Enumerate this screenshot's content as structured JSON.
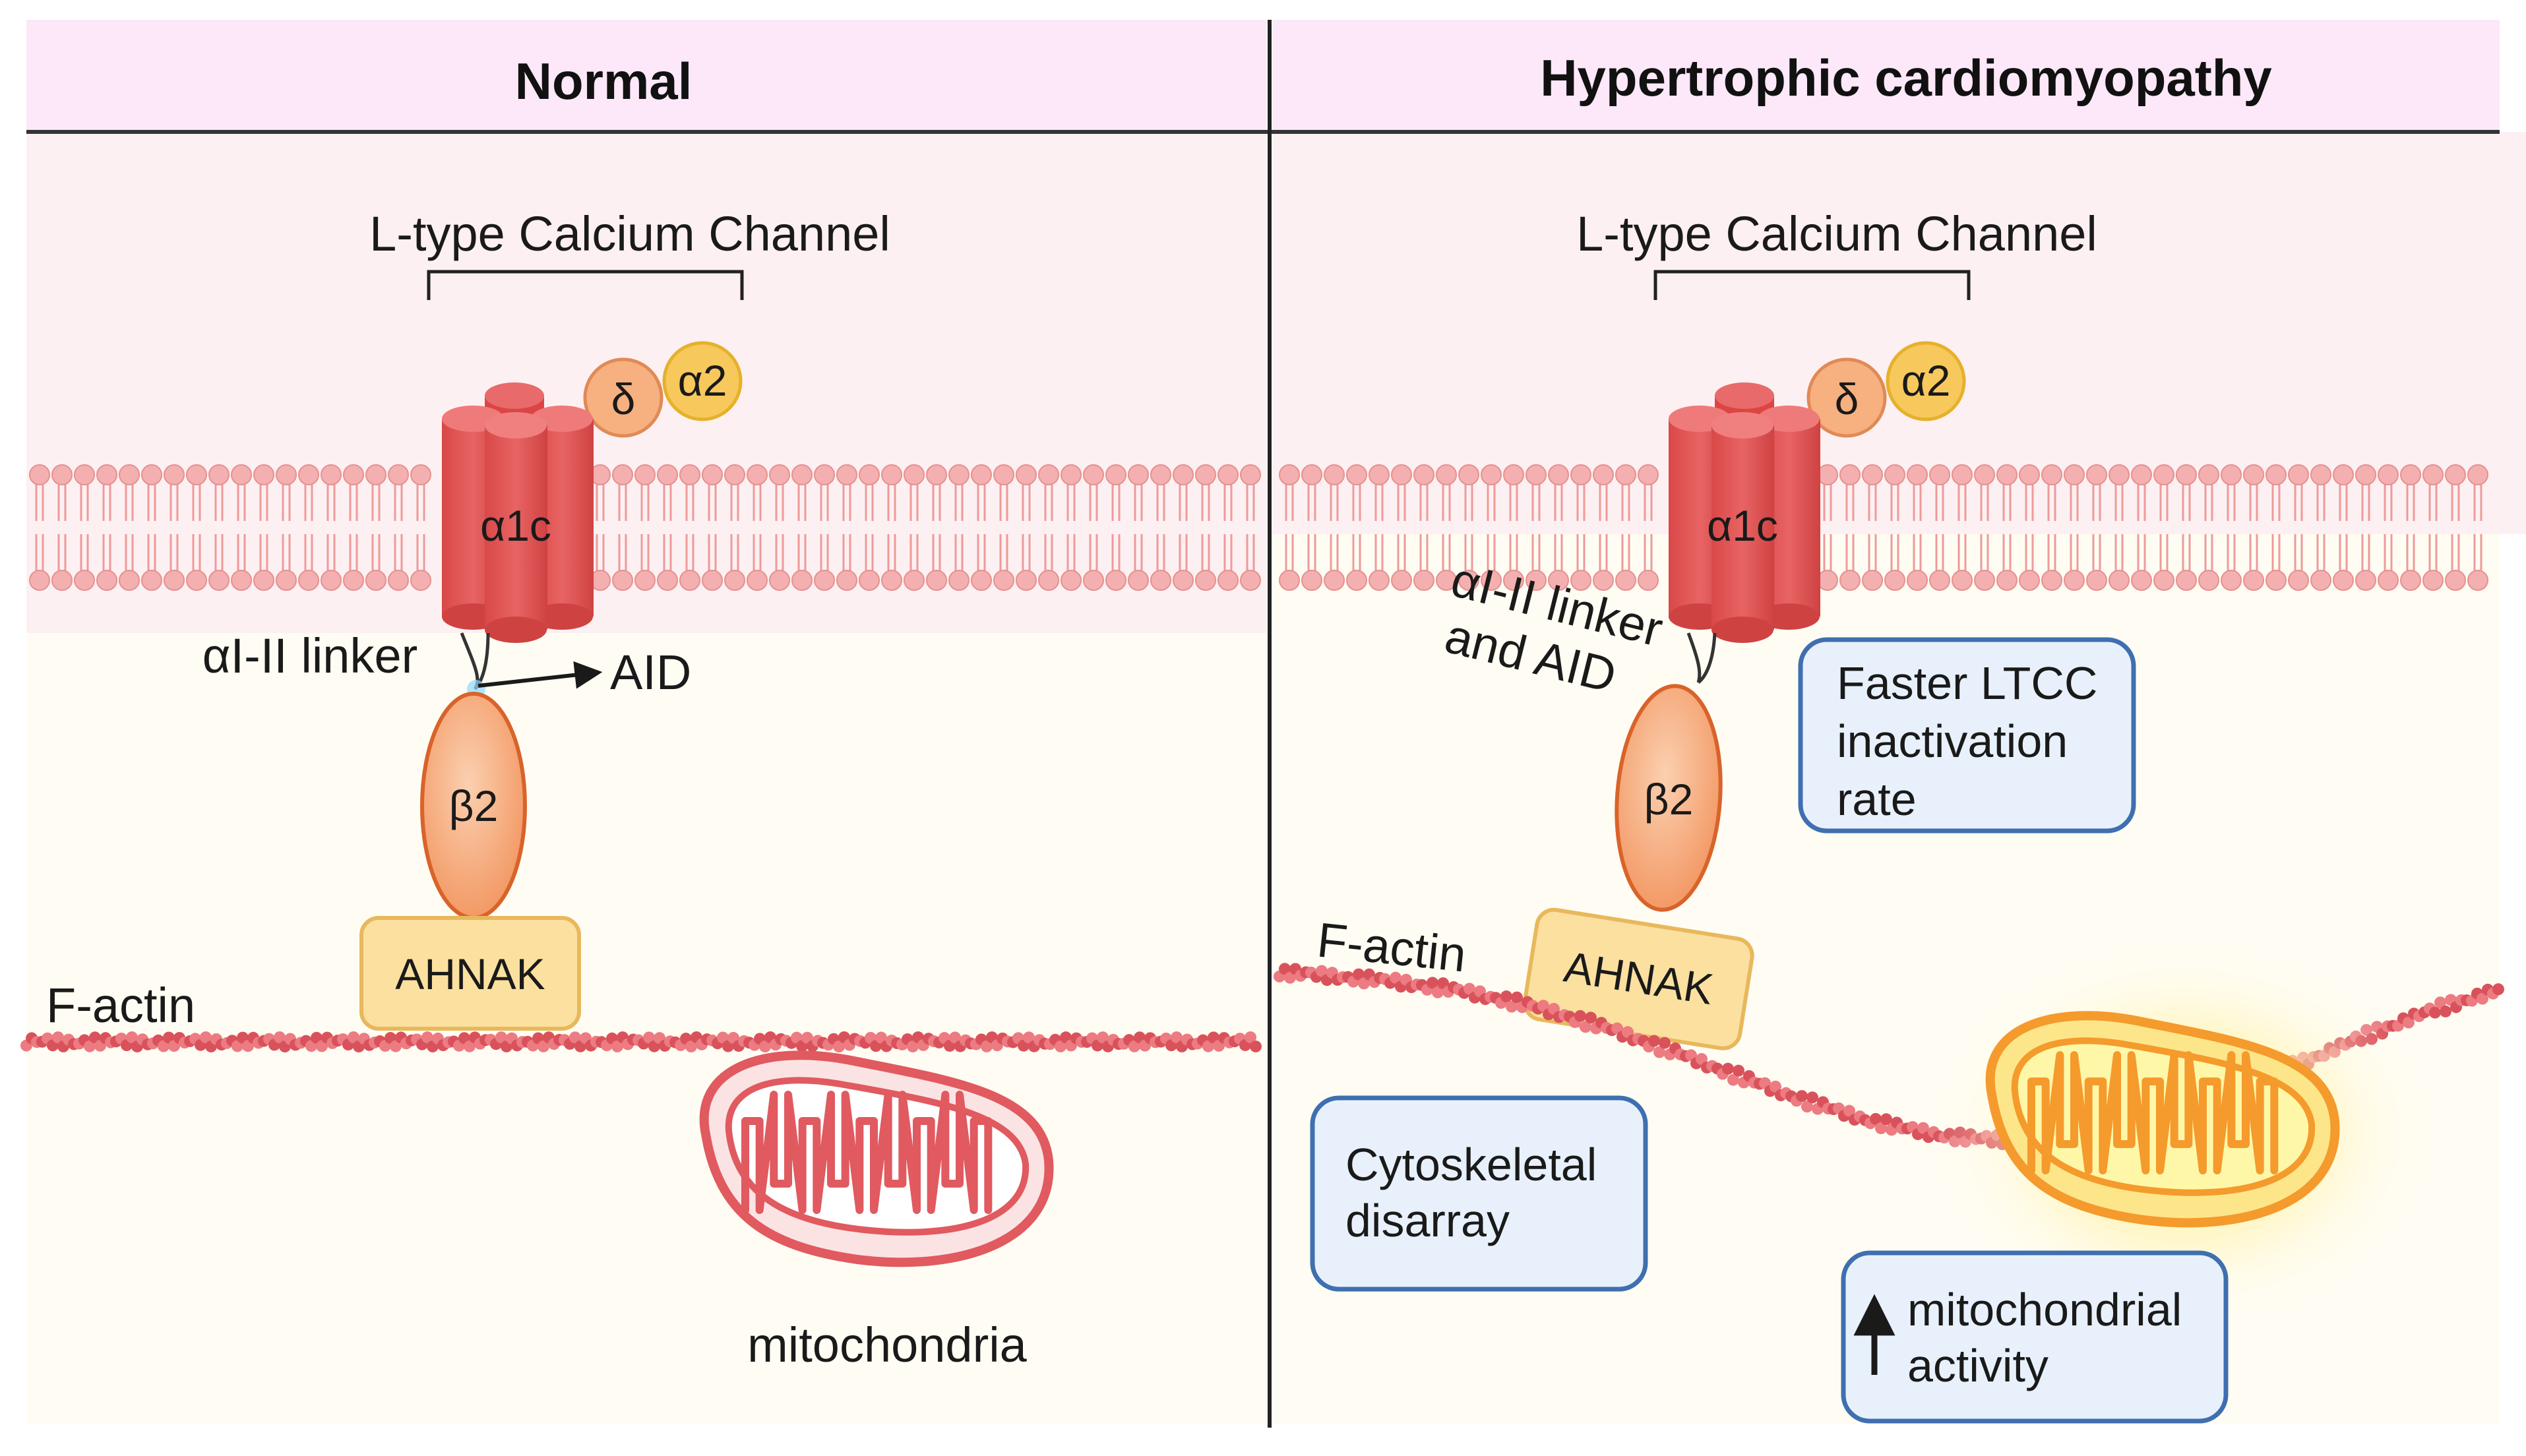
{
  "panels": {
    "normal": {
      "title": "Normal",
      "channel_label": "L-type Calcium Channel",
      "delta": "δ",
      "alpha2": "α2",
      "alpha1c": "α1c",
      "beta2": "β2",
      "ahnak": "AHNAK",
      "linker": "αI-II linker",
      "aid": "AID",
      "factin": "F-actin",
      "mito": "mitochondria"
    },
    "hcm": {
      "title": "Hypertrophic cardiomyopathy",
      "channel_label": "L-type Calcium Channel",
      "delta": "δ",
      "alpha2": "α2",
      "alpha1c": "α1c",
      "beta2": "β2",
      "ahnak": "AHNAK",
      "linker_line1": "αI-II linker",
      "linker_line2": "and AID",
      "factin": "F-actin",
      "box_ltcc": [
        "Faster LTCC",
        "inactivation",
        "rate"
      ],
      "box_cyto": [
        "Cytoskeletal",
        "disarray"
      ],
      "box_mito": [
        "mitochondrial",
        "activity"
      ],
      "up_arrow": "↑"
    }
  },
  "colors": {
    "header_bg": "#fce8f8",
    "membrane_zone": "#fdf0f2",
    "cytoplasm": "#fffdf3",
    "lipid_head": "#f2a6a6",
    "channel_red": "#e05555",
    "beta_orange": "#f4a070",
    "ahnak_yellow": "#fbe0a0",
    "mito_normal": "#e05a60",
    "mito_active": "#f5a02c",
    "factin": "#e06068",
    "box_fill": "#e8f1fb",
    "box_stroke": "#3f6fb0",
    "divider": "#222222"
  }
}
